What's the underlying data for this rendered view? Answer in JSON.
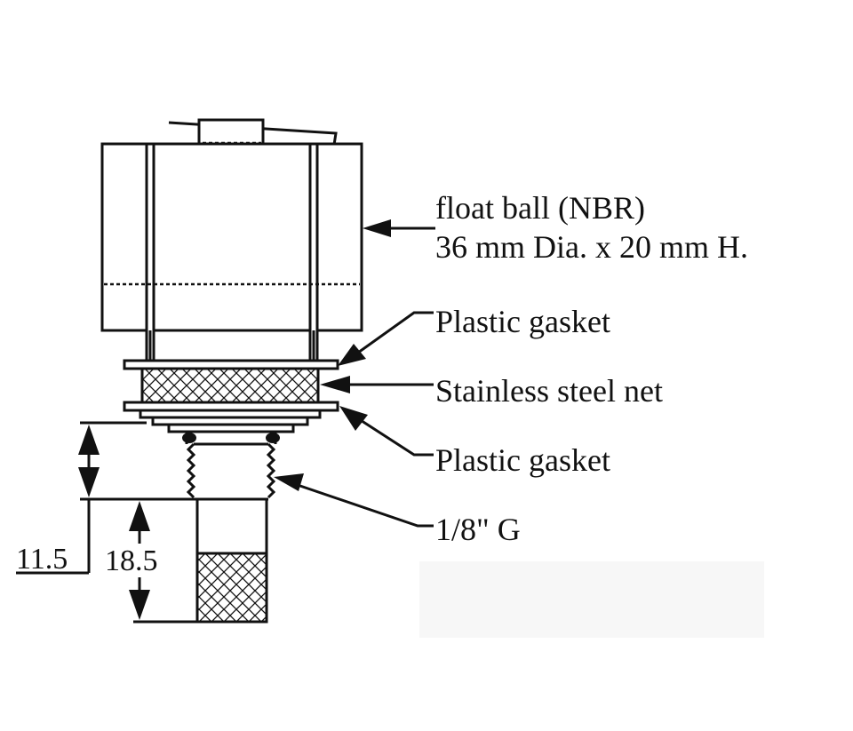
{
  "labels": {
    "float_ball_line1": "float ball (NBR)",
    "float_ball_line2": "36 mm Dia. x 20 mm H.",
    "plastic_gasket_top": "Plastic gasket",
    "stainless_steel_net": "Stainless steel net",
    "plastic_gasket_bottom": "Plastic gasket",
    "thread": "1/8\" G"
  },
  "dimensions": {
    "upper": "11.5",
    "lower": "18.5"
  },
  "colors": {
    "ink": "#111111",
    "background": "#ffffff",
    "panel": "#f7f7f7"
  }
}
